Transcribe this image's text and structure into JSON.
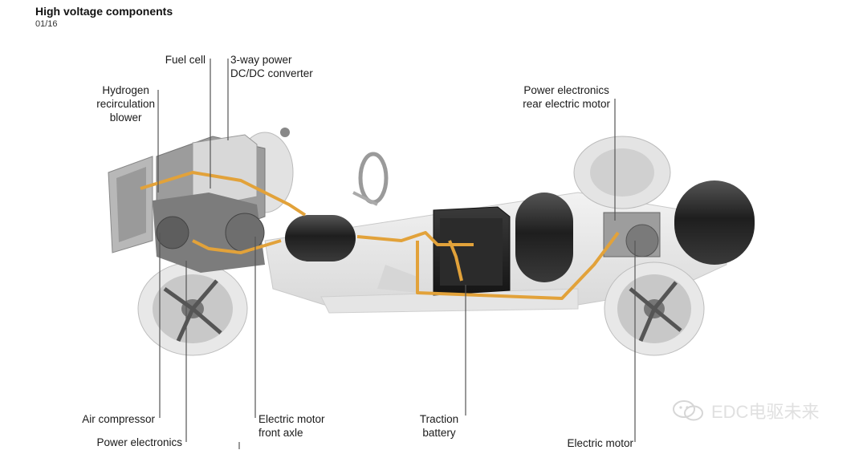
{
  "header": {
    "title": "High voltage components",
    "page": "01/16"
  },
  "labels": {
    "fuel_cell": [
      "Fuel cell"
    ],
    "dcdc": [
      "3-way power",
      "DC/DC converter"
    ],
    "h2_blower": [
      "Hydrogen",
      "recirculation",
      "blower"
    ],
    "pe_rear": [
      "Power electronics",
      "rear electric motor"
    ],
    "air_compressor": [
      "Air compressor"
    ],
    "pe_front": [
      "Power electronics"
    ],
    "em_front": [
      "Electric motor",
      "front axle"
    ],
    "traction_battery": [
      "Traction",
      "battery"
    ],
    "em_rear": [
      "Electric motor"
    ]
  },
  "watermark": {
    "text": "EDC电驱未来",
    "icon": "wechat-icon"
  },
  "colors": {
    "hv_cable": "#e2a23a",
    "leader": "#555555",
    "tank": "#2b2b2b"
  }
}
